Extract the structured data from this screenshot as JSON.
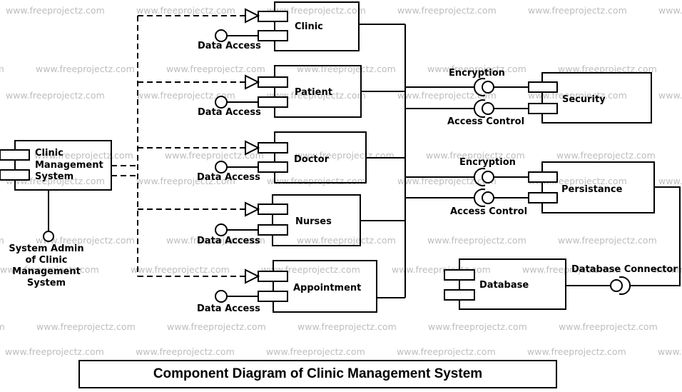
{
  "watermark_text": "www.freeprojectz.com",
  "title": "Component Diagram of Clinic Management System",
  "main_system": {
    "name_lines": [
      "Clinic",
      "Management",
      "System"
    ]
  },
  "actor": {
    "label_lines": [
      "System Admin",
      "of Clinic",
      "Management",
      "System"
    ]
  },
  "components": [
    {
      "label": "Clinic"
    },
    {
      "label": "Patient"
    },
    {
      "label": "Doctor"
    },
    {
      "label": "Nurses"
    },
    {
      "label": "Appointment"
    },
    {
      "label": "Security"
    },
    {
      "label": "Persistance"
    },
    {
      "label": "Database"
    }
  ],
  "interface_labels": {
    "data_access": "Data Access",
    "encryption": "Encryption",
    "access_control": "Access Control",
    "database_connector": "Database Connector"
  },
  "colors": {
    "line": "#000000",
    "watermark": "#bdbdbd",
    "background": "#ffffff"
  }
}
